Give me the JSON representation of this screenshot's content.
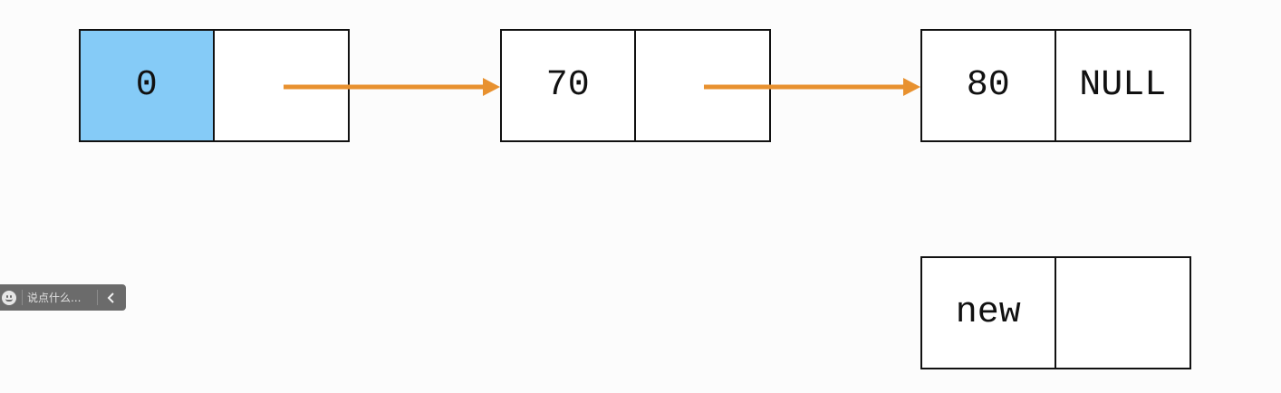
{
  "nodes": {
    "head": {
      "value": "0",
      "next": ""
    },
    "n70": {
      "value": "70",
      "next": ""
    },
    "n80": {
      "value": "80",
      "next": "NULL"
    },
    "new": {
      "value": "new",
      "next": ""
    }
  },
  "colors": {
    "head_fill": "#85cbf7",
    "arrow": "#e8912f",
    "border": "#111111"
  },
  "comment_bar": {
    "placeholder": "说点什么...",
    "emoji_icon": "smiley-icon",
    "collapse_icon": "chevron-left-icon"
  }
}
